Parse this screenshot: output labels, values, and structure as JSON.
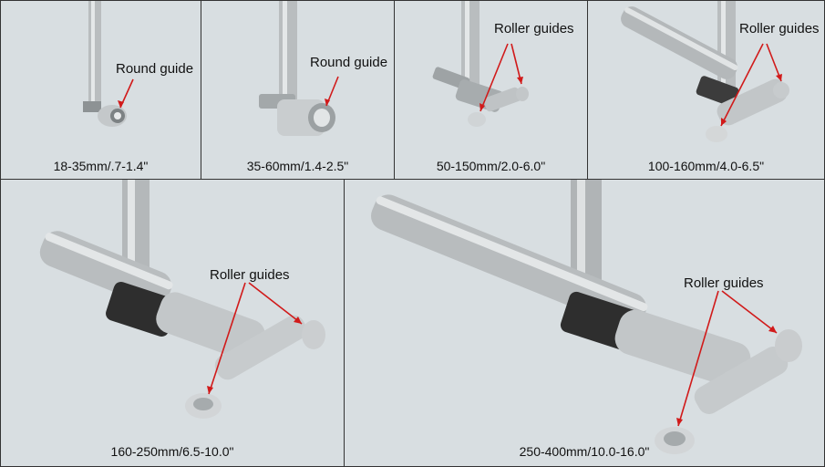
{
  "panels": [
    {
      "label": "Round guide",
      "caption": "18-35mm/.7-1.4\""
    },
    {
      "label": "Round guide",
      "caption": "35-60mm/1.4-2.5\""
    },
    {
      "label": "Roller guides",
      "caption": "50-150mm/2.0-6.0\""
    },
    {
      "label": "Roller guides",
      "caption": "100-160mm/4.0-6.5\""
    },
    {
      "label": "Roller guides",
      "caption": "160-250mm/6.5-10.0\""
    },
    {
      "label": "Roller guides",
      "caption": "250-400mm/10.0-16.0\""
    }
  ],
  "colors": {
    "panel_bg": "#d8dee1",
    "border": "#333333",
    "arrow": "#d11a1a",
    "metal": "#b9bdbf",
    "collar": "#2e2e2e"
  }
}
